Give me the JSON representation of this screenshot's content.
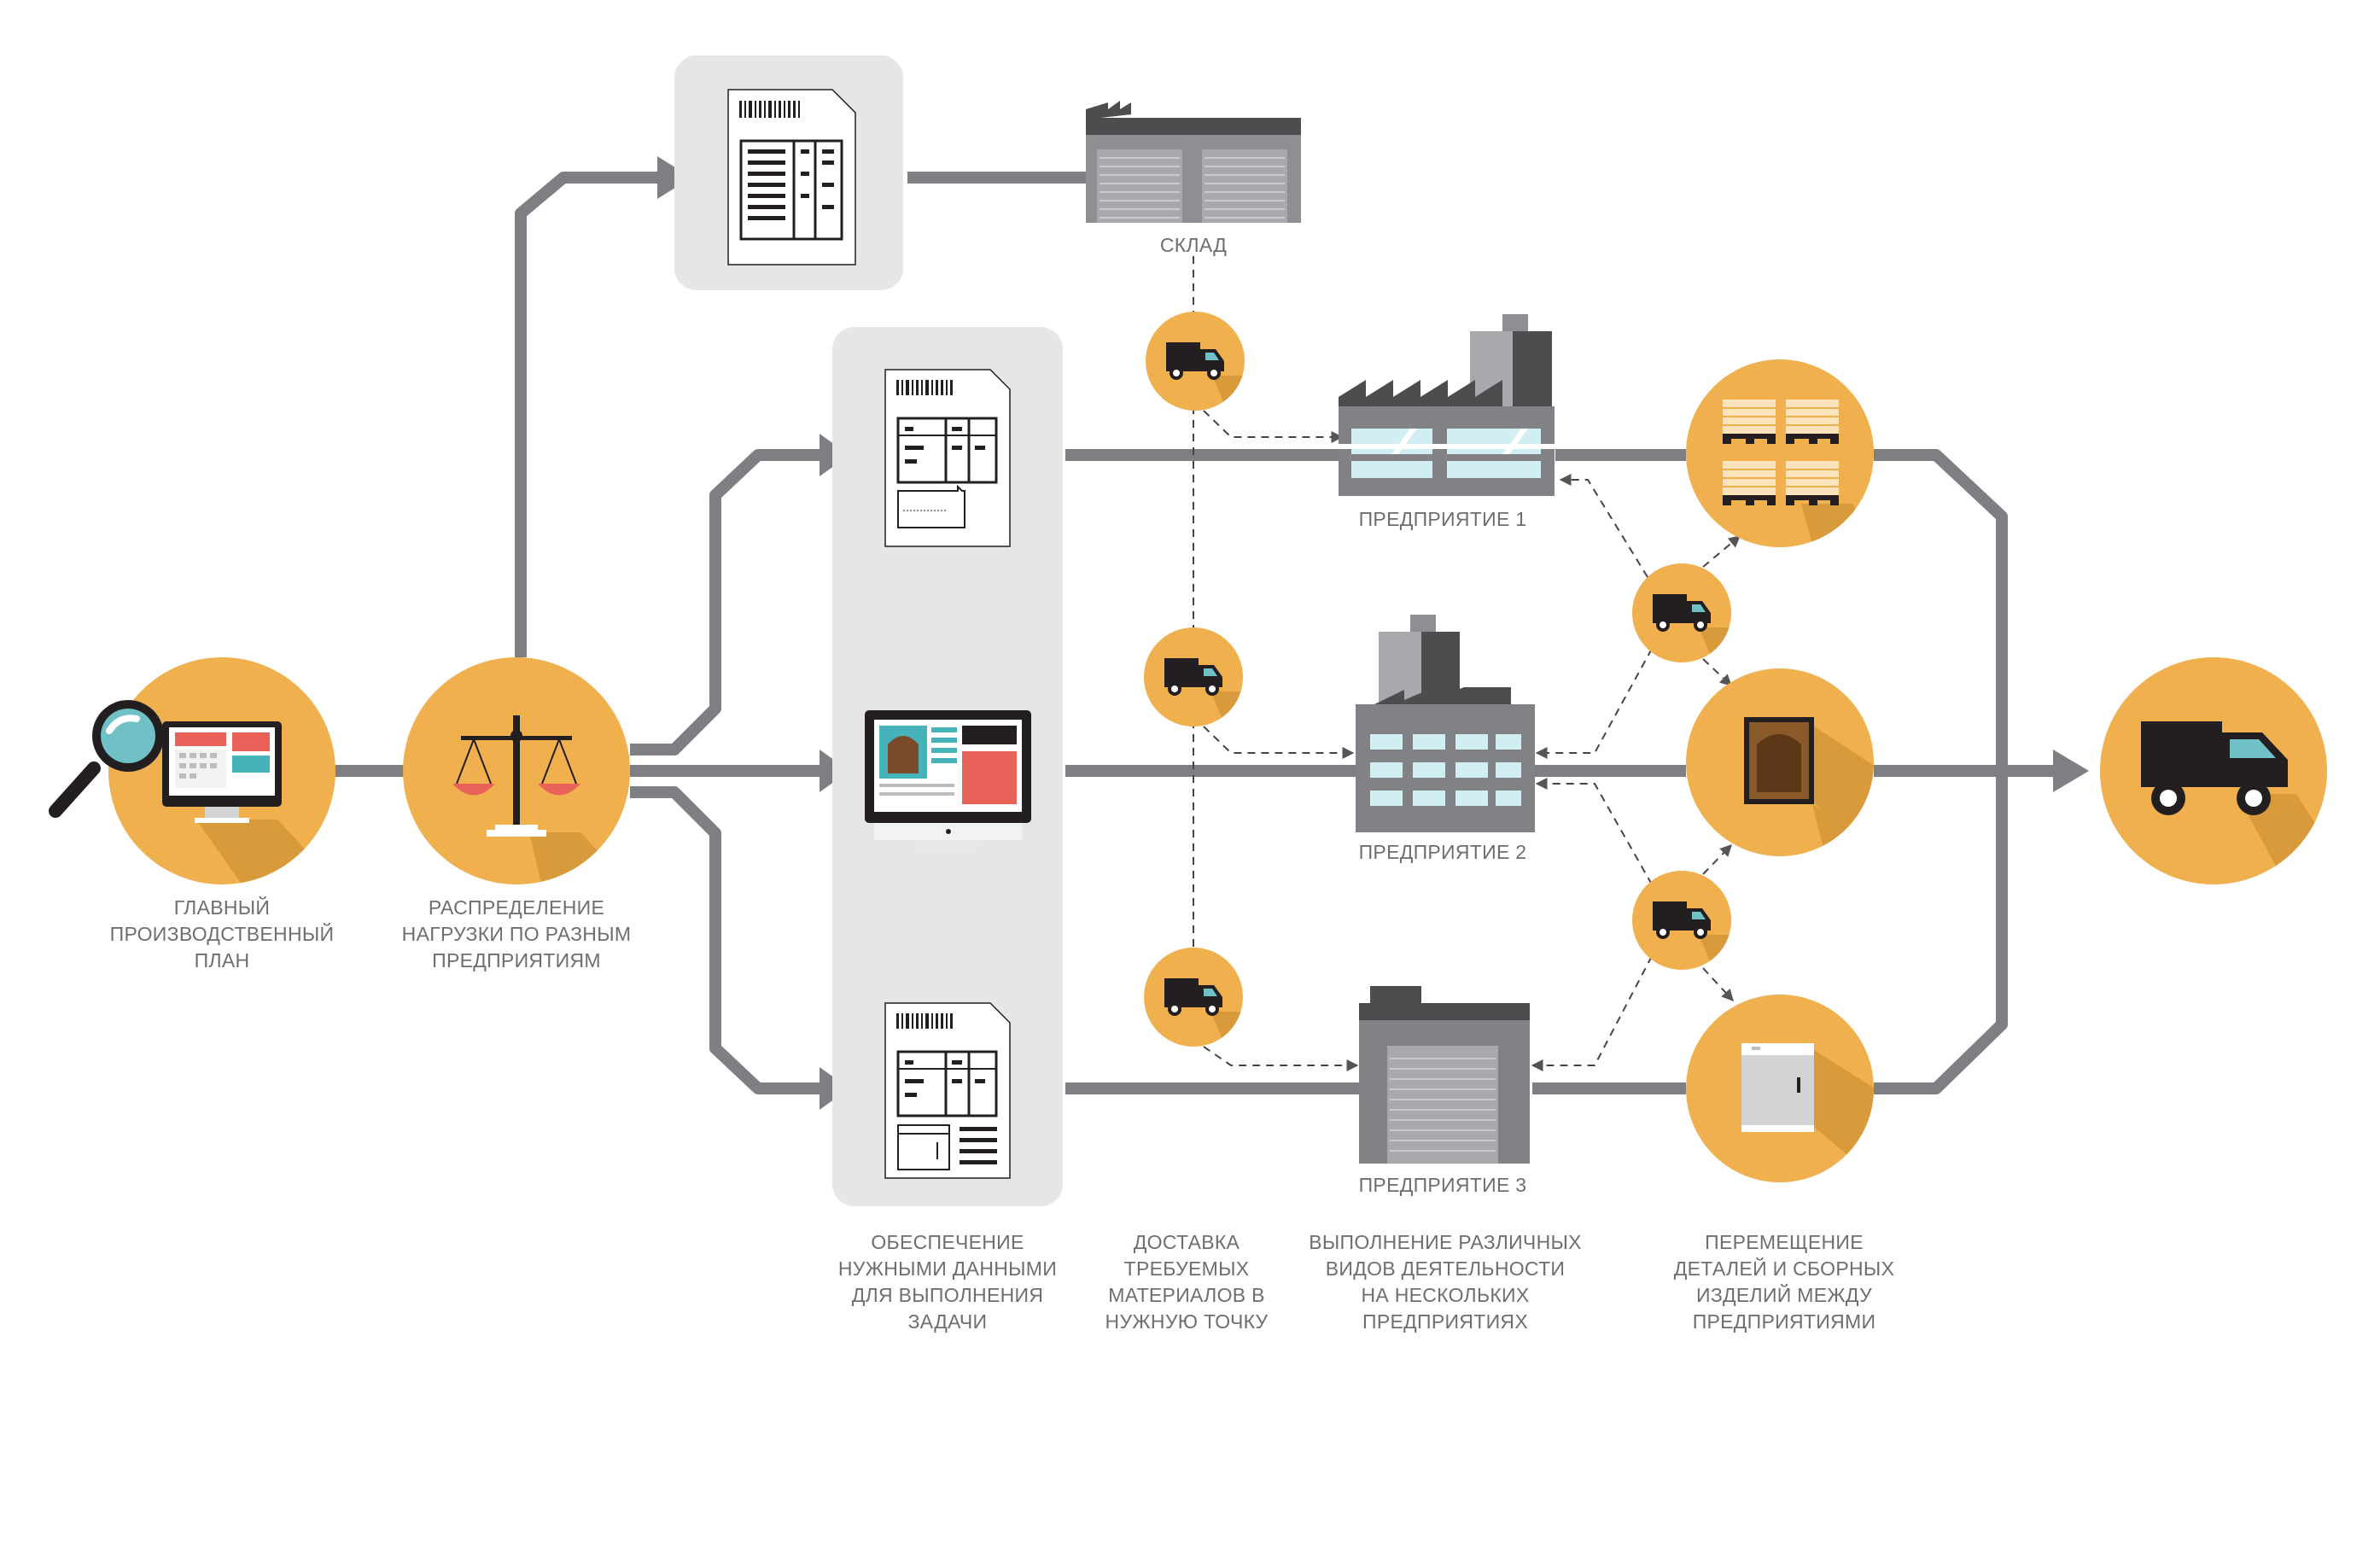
{
  "colors": {
    "flow": "#7e7f83",
    "panel": "#e6e6e7",
    "circle": "#f0b04e",
    "circle_shadow": "#d99a3c",
    "dark": "#231f20",
    "text": "#6d6e71"
  },
  "labels": {
    "warehouse": "СКЛАД",
    "enterprise_1": "ПРЕДПРИЯТИЕ 1",
    "enterprise_2": "ПРЕДПРИЯТИЕ 2",
    "enterprise_3": "ПРЕДПРИЯТИЕ 3"
  },
  "captions": {
    "master_plan": [
      "ГЛАВНЫЙ",
      "ПРОИЗВОДСТВЕННЫЙ",
      "ПЛАН"
    ],
    "load_distribution": [
      "РАСПРЕДЕЛЕНИЕ",
      "НАГРУЗКИ ПО РАЗНЫМ",
      "ПРЕДПРИЯТИЯМ"
    ],
    "data_supply": [
      "ОБЕСПЕЧЕНИЕ",
      "НУЖНЫМИ ДАННЫМИ",
      "ДЛЯ ВЫПОЛНЕНИЯ",
      "ЗАДАЧИ"
    ],
    "material_delivery": [
      "ДОСТАВКА",
      "ТРЕБУЕМЫХ",
      "МАТЕРИАЛОВ В",
      "НУЖНУЮ ТОЧКУ"
    ],
    "multi_site": [
      "ВЫПОЛНЕНИЕ РАЗЛИЧНЫХ",
      "ВИДОВ ДЕЯТЕЛЬНОСТИ",
      "НА НЕСКОЛЬКИХ",
      "ПРЕДПРИЯТИЯХ"
    ],
    "parts_transfer": [
      "ПЕРЕМЕЩЕНИЕ",
      "ДЕТАЛЕЙ И СБОРНЫХ",
      "ИЗДЕЛИЙ МЕЖДУ",
      "ПРЕДПРИЯТИЯМИ"
    ]
  }
}
